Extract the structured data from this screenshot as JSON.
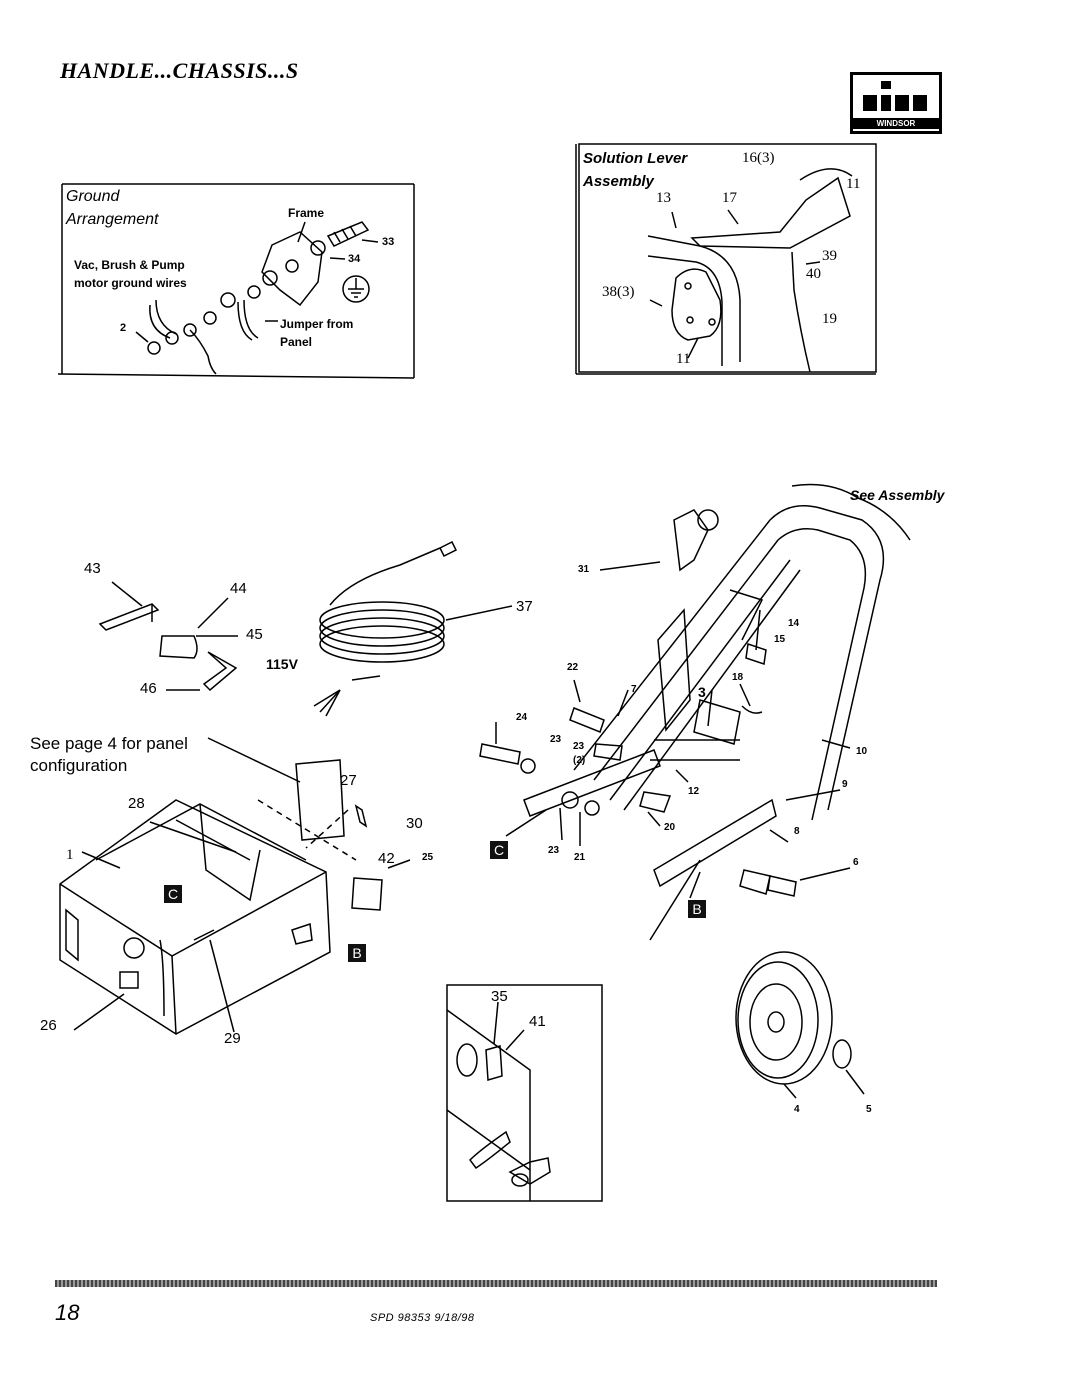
{
  "header": {
    "title": "HANDLE...CHASSIS...S",
    "logo_text": "WINDSOR"
  },
  "ground_box": {
    "title_line1": "Ground",
    "title_line2": "Arrangement",
    "frame_label": "Frame",
    "wires_line1": "Vac, Brush & Pump",
    "wires_line2": "motor ground wires",
    "jumper_line1": "Jumper from",
    "jumper_line2": "Panel",
    "callouts": [
      "33",
      "34",
      "2"
    ]
  },
  "lever_box": {
    "title_line1": "Solution Lever",
    "title_line2": "Assembly",
    "callouts": [
      "16(3)",
      "13",
      "17",
      "11",
      "39",
      "40",
      "38(3)",
      "19",
      "11"
    ]
  },
  "main": {
    "see_assembly": "See Assembly",
    "panel_note_line1": "See page 4 for panel",
    "panel_note_line2": "configuration",
    "voltage": "115V",
    "callouts": [
      "43",
      "44",
      "45",
      "46",
      "37",
      "31",
      "14",
      "15",
      "22",
      "7",
      "18",
      "3",
      "24",
      "23",
      "23",
      "(2)",
      "10",
      "27",
      "28",
      "30",
      "1",
      "42",
      "25",
      "9",
      "12",
      "20",
      "8",
      "6",
      "23",
      "21",
      "26",
      "29",
      "35",
      "41",
      "4",
      "5"
    ],
    "badges": [
      "C",
      "C",
      "B",
      "B"
    ]
  },
  "footer": {
    "page_number": "18",
    "doc_code": "SPD  98353  9/18/98"
  }
}
